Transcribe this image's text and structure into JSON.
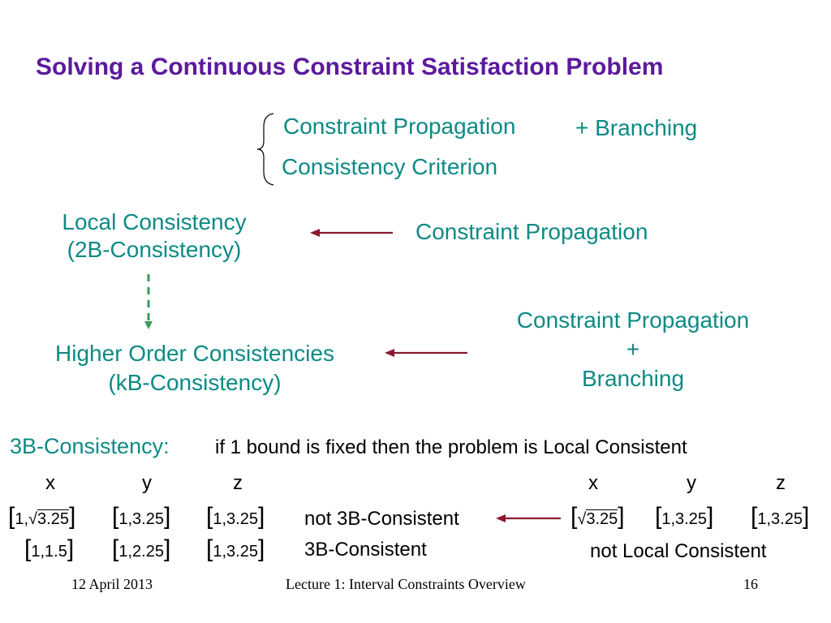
{
  "slide": {
    "title": "Solving a Continuous Constraint Satisfaction Problem",
    "brace_items": [
      "Constraint Propagation",
      "Consistency Criterion"
    ],
    "branching_note": "+ Branching",
    "local": {
      "line1": "Local Consistency",
      "line2": "(2B-Consistency)"
    },
    "local_method": "Constraint Propagation",
    "higher": {
      "line1": "Higher Order Consistencies",
      "line2": "(kB-Consistency)"
    },
    "higher_method": {
      "line1": "Constraint Propagation",
      "line2": "+",
      "line3": "Branching"
    },
    "threeb_label": "3B-Consistency:",
    "threeb_def": "if 1 bound is fixed then the problem is Local Consistent",
    "vars_left": [
      "x",
      "y",
      "z"
    ],
    "vars_right": [
      "x",
      "y",
      "z"
    ],
    "row1": {
      "x_low": "1",
      "x_high": "3.25",
      "y_low": "1",
      "y_high": "3.25",
      "z_low": "1",
      "z_high": "3.25",
      "status": "not 3B-Consistent"
    },
    "row1_right": {
      "x_val": "3.25",
      "y_low": "1",
      "y_high": "3.25",
      "z_low": "1",
      "z_high": "3.25"
    },
    "row2": {
      "x_low": "1",
      "x_high": "1.5",
      "y_low": "1",
      "y_high": "2.25",
      "z_low": "1",
      "z_high": "3.25",
      "status": "3B-Consistent"
    },
    "row2_right_status": "not Local Consistent",
    "sqrt_symbol": "√",
    "footer": {
      "date": "12 April 2013",
      "lecture": "Lecture 1: Interval Constraints Overview",
      "page": "16"
    },
    "colors": {
      "title": "#5b1a9c",
      "teal": "#0d8a84",
      "arrow": "#8b1a2e",
      "dashed": "#3a9a5a"
    }
  }
}
